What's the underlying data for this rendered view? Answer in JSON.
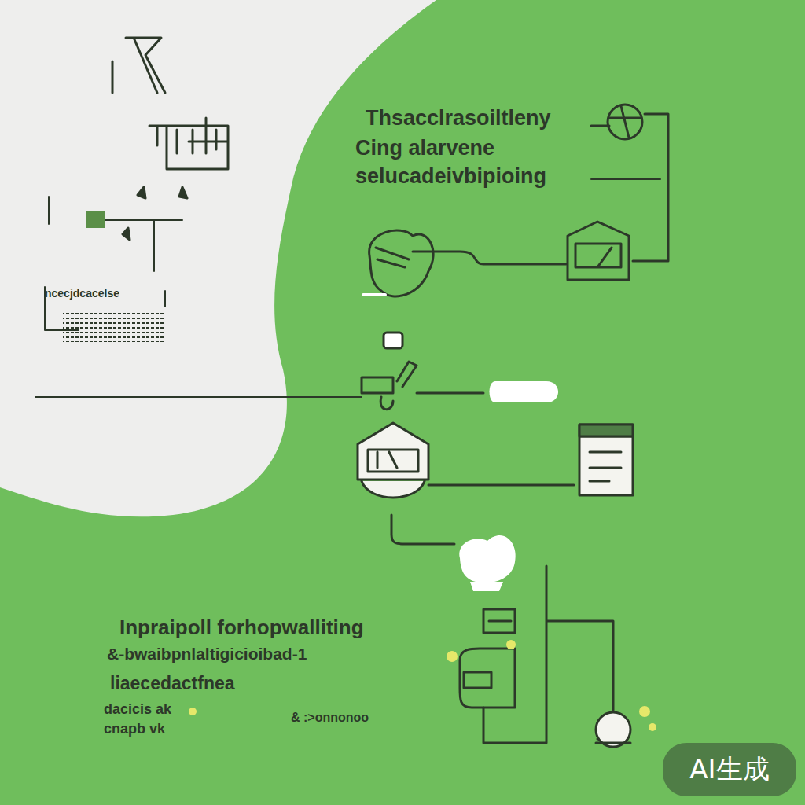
{
  "diagram": {
    "nodes": [
      {
        "text": [
          "AI生成"
        ]
      }
    ],
    "labels": [
      "Thsacclrasoiltleny",
      "Cing alarvene",
      "selucadeivbipioing",
      "ncecjdcacelse",
      "Inpraipoll forhopwalliting",
      "&-bwaibpnlaltigicioibad-1",
      "liaecedactfnea",
      "dacicis ak",
      "cnapb vk",
      "& :>onnonoo"
    ]
  }
}
